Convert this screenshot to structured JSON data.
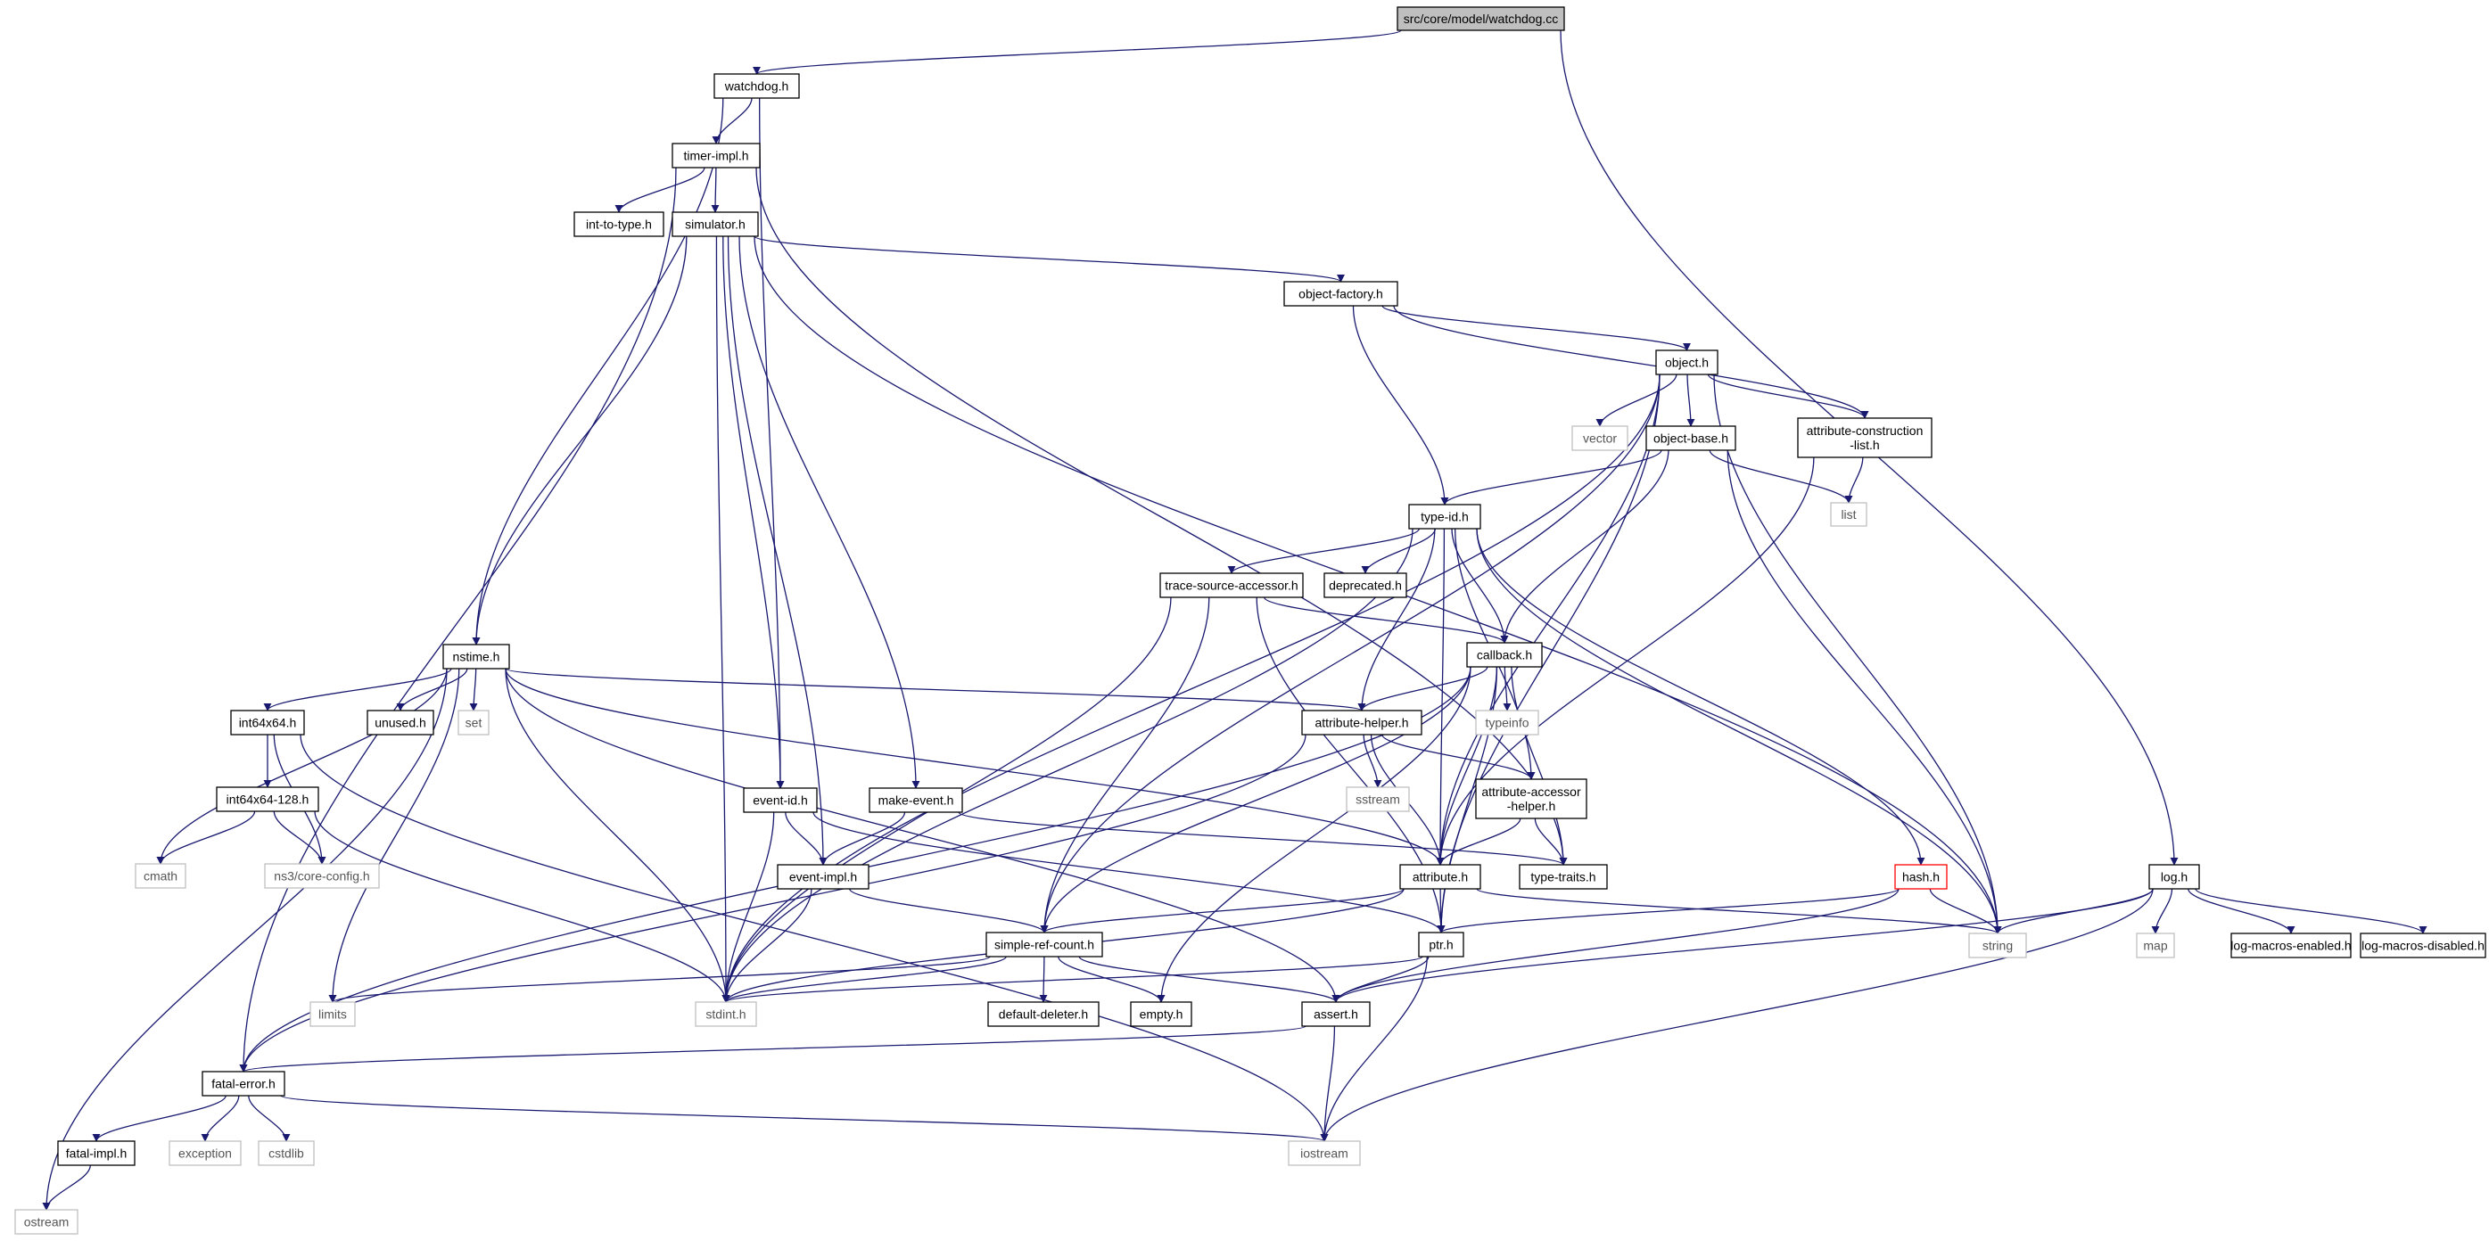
{
  "graph": {
    "title": "src/core/model/watchdog.cc",
    "style": {
      "edge_color": "#191970",
      "root_fill": "#bfbfbf",
      "node_border": "#000000",
      "external_border": "#bfbfbf",
      "external_text": "#555555",
      "missing_border": "#ff0000"
    },
    "nodes": [
      {
        "id": "root",
        "label": "src/core/model/watchdog.cc",
        "kind": "root"
      },
      {
        "id": "watchdog_h",
        "label": "watchdog.h",
        "kind": "file"
      },
      {
        "id": "log_h",
        "label": "log.h",
        "kind": "file"
      },
      {
        "id": "timer_impl_h",
        "label": "timer-impl.h",
        "kind": "file"
      },
      {
        "id": "nstime_h",
        "label": "nstime.h",
        "kind": "file"
      },
      {
        "id": "event_id_h",
        "label": "event-id.h",
        "kind": "file"
      },
      {
        "id": "int_to_type_h",
        "label": "int-to-type.h",
        "kind": "file"
      },
      {
        "id": "simulator_h",
        "label": "simulator.h",
        "kind": "file"
      },
      {
        "id": "object_factory_h",
        "label": "object-factory.h",
        "kind": "file"
      },
      {
        "id": "object_h",
        "label": "object.h",
        "kind": "file"
      },
      {
        "id": "vector",
        "label": "vector",
        "kind": "external"
      },
      {
        "id": "object_base_h",
        "label": "object-base.h",
        "kind": "file"
      },
      {
        "id": "attr_constr_h",
        "label": "attribute-construction\n-list.h",
        "kind": "file"
      },
      {
        "id": "list",
        "label": "list",
        "kind": "external"
      },
      {
        "id": "type_id_h",
        "label": "type-id.h",
        "kind": "file"
      },
      {
        "id": "trace_src_h",
        "label": "trace-source-accessor.h",
        "kind": "file"
      },
      {
        "id": "deprecated_h",
        "label": "deprecated.h",
        "kind": "file"
      },
      {
        "id": "callback_h",
        "label": "callback.h",
        "kind": "file"
      },
      {
        "id": "int64x64_h",
        "label": "int64x64.h",
        "kind": "file"
      },
      {
        "id": "unused_h",
        "label": "unused.h",
        "kind": "file"
      },
      {
        "id": "set",
        "label": "set",
        "kind": "external"
      },
      {
        "id": "attr_helper_h",
        "label": "attribute-helper.h",
        "kind": "file"
      },
      {
        "id": "typeinfo",
        "label": "typeinfo",
        "kind": "external"
      },
      {
        "id": "int64x64_128_h",
        "label": "int64x64-128.h",
        "kind": "file"
      },
      {
        "id": "sstream",
        "label": "sstream",
        "kind": "external"
      },
      {
        "id": "attr_acc_h",
        "label": "attribute-accessor\n-helper.h",
        "kind": "file"
      },
      {
        "id": "make_event_h",
        "label": "make-event.h",
        "kind": "file"
      },
      {
        "id": "cmath",
        "label": "cmath",
        "kind": "external"
      },
      {
        "id": "ns3_core_config_h",
        "label": "ns3/core-config.h",
        "kind": "external"
      },
      {
        "id": "event_impl_h",
        "label": "event-impl.h",
        "kind": "file"
      },
      {
        "id": "attribute_h",
        "label": "attribute.h",
        "kind": "file"
      },
      {
        "id": "type_traits_h",
        "label": "type-traits.h",
        "kind": "file"
      },
      {
        "id": "hash_h",
        "label": "hash.h",
        "kind": "missing"
      },
      {
        "id": "simple_ref_h",
        "label": "simple-ref-count.h",
        "kind": "file"
      },
      {
        "id": "ptr_h",
        "label": "ptr.h",
        "kind": "file"
      },
      {
        "id": "string",
        "label": "string",
        "kind": "external"
      },
      {
        "id": "map",
        "label": "map",
        "kind": "external"
      },
      {
        "id": "log_macros_en_h",
        "label": "log-macros-enabled.h",
        "kind": "file"
      },
      {
        "id": "log_macros_dis_h",
        "label": "log-macros-disabled.h",
        "kind": "file"
      },
      {
        "id": "limits",
        "label": "limits",
        "kind": "external"
      },
      {
        "id": "stdint_h",
        "label": "stdint.h",
        "kind": "external"
      },
      {
        "id": "default_deleter_h",
        "label": "default-deleter.h",
        "kind": "file"
      },
      {
        "id": "empty_h",
        "label": "empty.h",
        "kind": "file"
      },
      {
        "id": "assert_h",
        "label": "assert.h",
        "kind": "file"
      },
      {
        "id": "fatal_error_h",
        "label": "fatal-error.h",
        "kind": "file"
      },
      {
        "id": "exception",
        "label": "exception",
        "kind": "external"
      },
      {
        "id": "cstdlib",
        "label": "cstdlib",
        "kind": "external"
      },
      {
        "id": "iostream",
        "label": "iostream",
        "kind": "external"
      },
      {
        "id": "fatal_impl_h",
        "label": "fatal-impl.h",
        "kind": "file"
      },
      {
        "id": "ostream",
        "label": "ostream",
        "kind": "external"
      }
    ],
    "edges": [
      [
        "root",
        "watchdog_h"
      ],
      [
        "root",
        "log_h"
      ],
      [
        "watchdog_h",
        "timer_impl_h"
      ],
      [
        "watchdog_h",
        "nstime_h"
      ],
      [
        "watchdog_h",
        "event_id_h"
      ],
      [
        "timer_impl_h",
        "int_to_type_h"
      ],
      [
        "timer_impl_h",
        "simulator_h"
      ],
      [
        "timer_impl_h",
        "type_traits_h"
      ],
      [
        "timer_impl_h",
        "fatal_error_h"
      ],
      [
        "simulator_h",
        "object_factory_h"
      ],
      [
        "simulator_h",
        "nstime_h"
      ],
      [
        "simulator_h",
        "event_id_h"
      ],
      [
        "simulator_h",
        "event_impl_h"
      ],
      [
        "simulator_h",
        "make_event_h"
      ],
      [
        "simulator_h",
        "stdint_h"
      ],
      [
        "simulator_h",
        "string"
      ],
      [
        "object_factory_h",
        "object_h"
      ],
      [
        "object_factory_h",
        "attr_constr_h"
      ],
      [
        "object_factory_h",
        "type_id_h"
      ],
      [
        "object_h",
        "vector"
      ],
      [
        "object_h",
        "object_base_h"
      ],
      [
        "object_h",
        "attr_constr_h"
      ],
      [
        "object_h",
        "ptr_h"
      ],
      [
        "object_h",
        "attribute_h"
      ],
      [
        "object_h",
        "simple_ref_h"
      ],
      [
        "object_h",
        "string"
      ],
      [
        "object_h",
        "stdint_h"
      ],
      [
        "object_base_h",
        "type_id_h"
      ],
      [
        "object_base_h",
        "list"
      ],
      [
        "object_base_h",
        "callback_h"
      ],
      [
        "object_base_h",
        "string"
      ],
      [
        "attr_constr_h",
        "list"
      ],
      [
        "attr_constr_h",
        "attribute_h"
      ],
      [
        "type_id_h",
        "trace_src_h"
      ],
      [
        "type_id_h",
        "deprecated_h"
      ],
      [
        "type_id_h",
        "callback_h"
      ],
      [
        "type_id_h",
        "attr_helper_h"
      ],
      [
        "type_id_h",
        "attr_acc_h"
      ],
      [
        "type_id_h",
        "attribute_h"
      ],
      [
        "type_id_h",
        "hash_h"
      ],
      [
        "type_id_h",
        "string"
      ],
      [
        "type_id_h",
        "stdint_h"
      ],
      [
        "trace_src_h",
        "callback_h"
      ],
      [
        "trace_src_h",
        "ptr_h"
      ],
      [
        "trace_src_h",
        "simple_ref_h"
      ],
      [
        "trace_src_h",
        "stdint_h"
      ],
      [
        "callback_h",
        "attr_helper_h"
      ],
      [
        "callback_h",
        "typeinfo"
      ],
      [
        "callback_h",
        "attribute_h"
      ],
      [
        "callback_h",
        "type_traits_h"
      ],
      [
        "callback_h",
        "ptr_h"
      ],
      [
        "callback_h",
        "simple_ref_h"
      ],
      [
        "callback_h",
        "empty_h"
      ],
      [
        "callback_h",
        "fatal_error_h"
      ],
      [
        "nstime_h",
        "int64x64_h"
      ],
      [
        "nstime_h",
        "unused_h"
      ],
      [
        "nstime_h",
        "set"
      ],
      [
        "nstime_h",
        "attr_helper_h"
      ],
      [
        "nstime_h",
        "attribute_h"
      ],
      [
        "nstime_h",
        "assert_h"
      ],
      [
        "nstime_h",
        "cmath"
      ],
      [
        "nstime_h",
        "limits"
      ],
      [
        "nstime_h",
        "stdint_h"
      ],
      [
        "nstime_h",
        "ostream"
      ],
      [
        "int64x64_h",
        "int64x64_128_h"
      ],
      [
        "int64x64_h",
        "ns3_core_config_h"
      ],
      [
        "int64x64_h",
        "iostream"
      ],
      [
        "int64x64_128_h",
        "cmath"
      ],
      [
        "int64x64_128_h",
        "ns3_core_config_h"
      ],
      [
        "int64x64_128_h",
        "stdint_h"
      ],
      [
        "attr_helper_h",
        "sstream"
      ],
      [
        "attr_helper_h",
        "attr_acc_h"
      ],
      [
        "attr_helper_h",
        "attribute_h"
      ],
      [
        "attr_helper_h",
        "fatal_error_h"
      ],
      [
        "attr_acc_h",
        "attribute_h"
      ],
      [
        "attr_acc_h",
        "type_traits_h"
      ],
      [
        "make_event_h",
        "event_impl_h"
      ],
      [
        "make_event_h",
        "type_traits_h"
      ],
      [
        "event_id_h",
        "event_impl_h"
      ],
      [
        "event_id_h",
        "ptr_h"
      ],
      [
        "event_id_h",
        "stdint_h"
      ],
      [
        "event_impl_h",
        "simple_ref_h"
      ],
      [
        "event_impl_h",
        "stdint_h"
      ],
      [
        "attribute_h",
        "ptr_h"
      ],
      [
        "attribute_h",
        "simple_ref_h"
      ],
      [
        "attribute_h",
        "string"
      ],
      [
        "attribute_h",
        "stdint_h"
      ],
      [
        "hash_h",
        "string"
      ],
      [
        "hash_h",
        "ptr_h"
      ],
      [
        "hash_h",
        "assert_h"
      ],
      [
        "simple_ref_h",
        "default_deleter_h"
      ],
      [
        "simple_ref_h",
        "empty_h"
      ],
      [
        "simple_ref_h",
        "assert_h"
      ],
      [
        "simple_ref_h",
        "limits"
      ],
      [
        "simple_ref_h",
        "stdint_h"
      ],
      [
        "ptr_h",
        "assert_h"
      ],
      [
        "ptr_h",
        "iostream"
      ],
      [
        "ptr_h",
        "stdint_h"
      ],
      [
        "assert_h",
        "fatal_error_h"
      ],
      [
        "assert_h",
        "iostream"
      ],
      [
        "fatal_error_h",
        "fatal_impl_h"
      ],
      [
        "fatal_error_h",
        "exception"
      ],
      [
        "fatal_error_h",
        "cstdlib"
      ],
      [
        "fatal_error_h",
        "iostream"
      ],
      [
        "fatal_impl_h",
        "ostream"
      ],
      [
        "log_h",
        "string"
      ],
      [
        "log_h",
        "map"
      ],
      [
        "log_h",
        "log_macros_en_h"
      ],
      [
        "log_h",
        "log_macros_dis_h"
      ],
      [
        "log_h",
        "iostream"
      ],
      [
        "log_h",
        "assert_h"
      ]
    ]
  }
}
